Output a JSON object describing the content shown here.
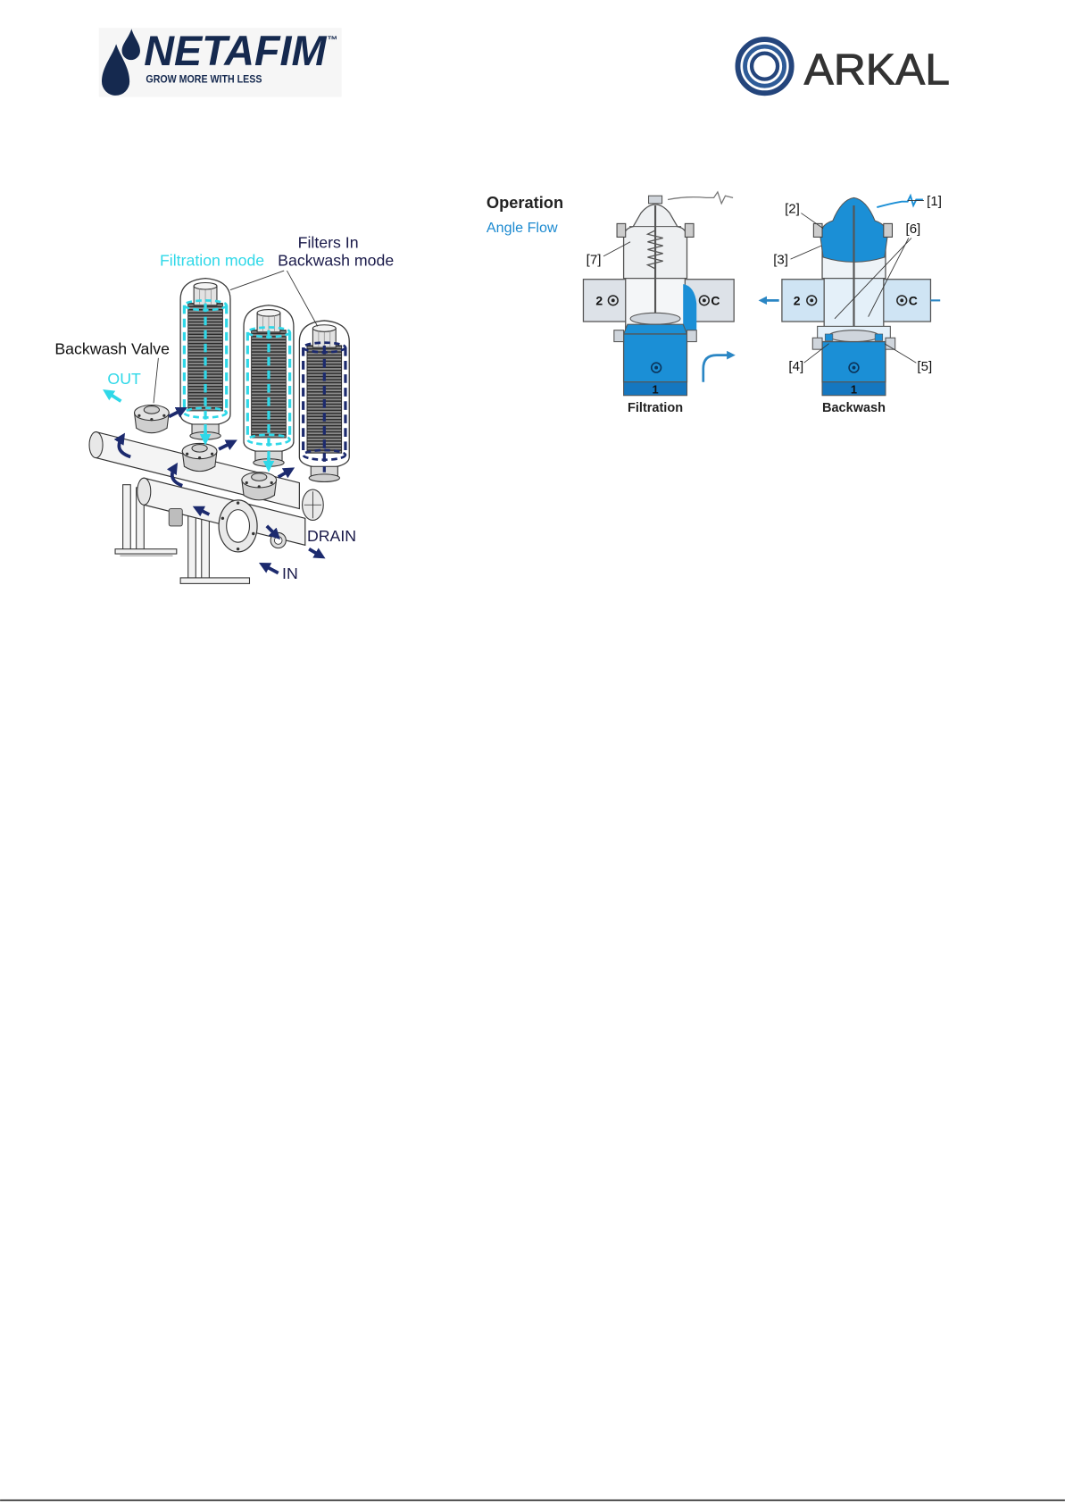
{
  "header": {
    "netafim_logo": {
      "name": "NETAFIM",
      "trademark": "™",
      "tagline": "GROW MORE WITH LESS"
    },
    "arkal_logo": {
      "name": "ARKAL"
    }
  },
  "filter_diagram": {
    "labels": {
      "filters_in": "Filters In",
      "backwash_mode": "Backwash mode",
      "filtration_mode": "Filtration mode",
      "backwash_valve": "Backwash Valve",
      "out": "OUT",
      "drain": "DRAIN",
      "in": "IN"
    }
  },
  "valve_diagram": {
    "title": "Operation",
    "subtitle": "Angle Flow",
    "filtration": {
      "caption": "Filtration",
      "port_left": "2",
      "port_right": "C",
      "port_bottom": "1",
      "callouts": {
        "c7": "[7]"
      }
    },
    "backwash": {
      "caption": "Backwash",
      "port_left": "2",
      "port_right": "C",
      "port_bottom": "1",
      "callouts": {
        "c1": "[1]",
        "c2": "[2]",
        "c3": "[3]",
        "c4": "[4]",
        "c5": "[5]",
        "c6": "[6]"
      }
    }
  },
  "icons": {
    "netafim": "water-drop-icon",
    "arkal": "concentric-rings-icon",
    "port_marker": "port-marker-icon",
    "flow_arrow": "flow-arrow-icon"
  },
  "colors": {
    "netafim_navy": "#15294f",
    "arkal_blue": "#24457c",
    "filtration_flow": "#2fd8e8",
    "backwash_flow": "#1c2a6e",
    "water": "#1b8fd6",
    "angle_flow_text": "#1c8ad0"
  }
}
